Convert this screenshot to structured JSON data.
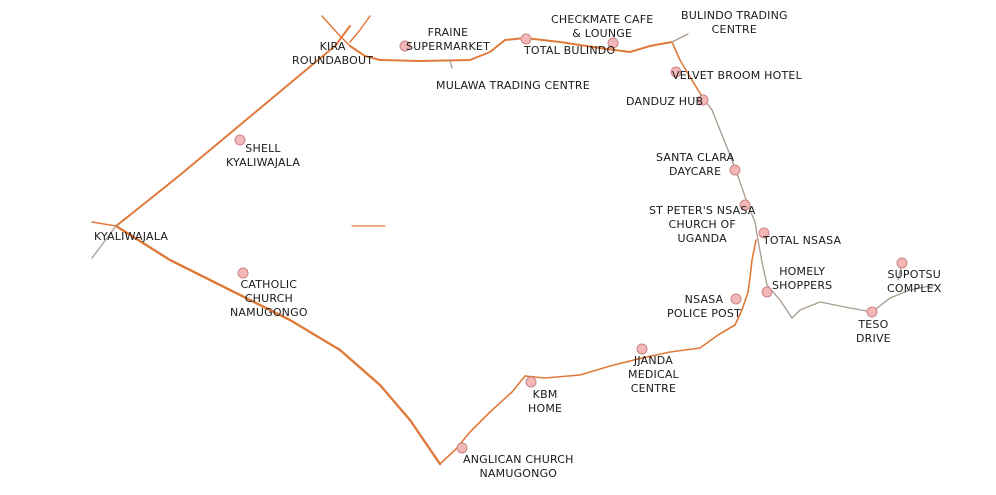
{
  "colors": {
    "background": "#ffffff",
    "main_road": "#e07a3c",
    "minor_road": "#a89b8f",
    "poi_fill": "#f4b7b7",
    "poi_stroke": "#c98686",
    "label": "#1a1a1a"
  },
  "poi_icon": "circle-marker-icon",
  "places": [
    {
      "id": "kira-roundabout",
      "label": "KIRA\nROUNDABOUT"
    },
    {
      "id": "fraine-supermarket",
      "label": "FRAINE\nSUPERMARKET"
    },
    {
      "id": "total-bulindo",
      "label": "TOTAL BULINDO"
    },
    {
      "id": "checkmate-cafe",
      "label": "CHECKMATE CAFE\n& LOUNGE"
    },
    {
      "id": "bulindo-trading-centre",
      "label": "BULINDO TRADING\nCENTRE"
    },
    {
      "id": "velvet-broom-hotel",
      "label": "VELVET BROOM HOTEL"
    },
    {
      "id": "mulawa-trading-centre",
      "label": "MULAWA TRADING CENTRE"
    },
    {
      "id": "danduz-hub",
      "label": "DANDUZ HUB"
    },
    {
      "id": "shell-kyaliwajala",
      "label": "SHELL\nKYALIWAJALA"
    },
    {
      "id": "santa-clara-daycare",
      "label": "SANTA CLARA\nDAYCARE"
    },
    {
      "id": "st-peters-nsasa",
      "label": "ST PETER'S NSASA\nCHURCH OF\nUGANDA"
    },
    {
      "id": "total-nsasa",
      "label": "TOTAL NSASA"
    },
    {
      "id": "kyaliwajala",
      "label": "KYALIWAJALA"
    },
    {
      "id": "homely-shoppers",
      "label": "HOMELY\nSHOPPERS"
    },
    {
      "id": "supotsu-complex",
      "label": "SUPOTSU\nCOMPLEX"
    },
    {
      "id": "catholic-church-namugongo",
      "label": "CATHOLIC\nCHURCH\nNAMUGONGO"
    },
    {
      "id": "nsasa-police-post",
      "label": "NSASA\nPOLICE POST"
    },
    {
      "id": "teso-drive",
      "label": "TESO\nDRIVE"
    },
    {
      "id": "jjanda-medical-centre",
      "label": "JJANDA\nMEDICAL\nCENTRE"
    },
    {
      "id": "kbm-home",
      "label": "KBM\nHOME"
    },
    {
      "id": "anglican-church-namugongo",
      "label": "ANGLICAN CHURCH\nNAMUGONGO"
    }
  ]
}
